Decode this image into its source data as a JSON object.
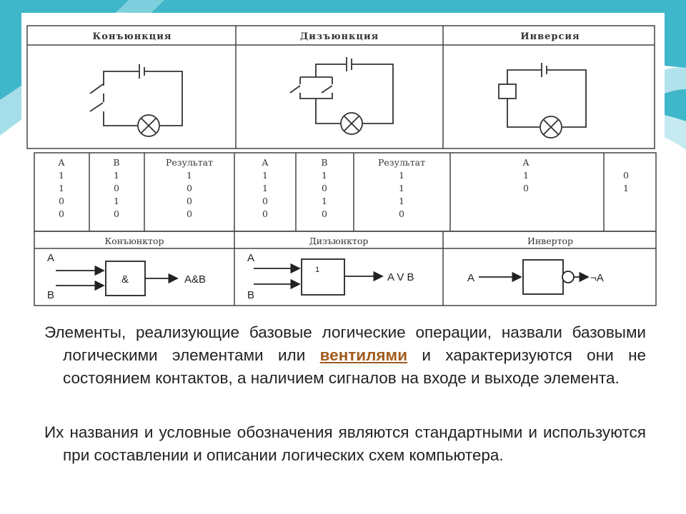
{
  "table": {
    "headers": [
      "Конъюнкция",
      "Дизъюнкция",
      "Инверсия"
    ],
    "conj_truth": {
      "col_a": "А",
      "col_b": "В",
      "col_res": "Результат",
      "a": [
        "1",
        "1",
        "0",
        "0"
      ],
      "b": [
        "1",
        "0",
        "1",
        "0"
      ],
      "res": [
        "1",
        "0",
        "0",
        "0"
      ]
    },
    "disj_truth": {
      "col_a": "А",
      "col_b": "В",
      "col_res": "Результат",
      "a": [
        "1",
        "1",
        "0",
        "0"
      ],
      "b": [
        "1",
        "0",
        "1",
        "0"
      ],
      "res": [
        "1",
        "1",
        "1",
        "0"
      ]
    },
    "inv_truth": {
      "col_a": "А",
      "a": [
        "1",
        "0"
      ],
      "res": [
        "0",
        "1"
      ]
    },
    "gate_names": [
      "Конъюнктор",
      "Дизъюнктор",
      "Инвертор"
    ],
    "gates": {
      "and": {
        "in_a": "A",
        "in_b": "B",
        "symbol": "&",
        "out": "A&B"
      },
      "or": {
        "in_a": "A",
        "in_b": "B",
        "symbol": "1",
        "out": "A V B"
      },
      "not": {
        "in_a": "A",
        "out": "¬A"
      }
    }
  },
  "text": {
    "p1_before": "Элементы, реализующие базовые логические операции, назвали базовыми логическими элементами или ",
    "p1_highlight": "вентилями",
    "p1_after": " и характеризуются они не состоянием контактов, а наличием сигналов на входе и выходе элемента.",
    "p2": "Их названия и условные обозначения являются стандартными и используются при составлении и описании логических схем компьютера."
  },
  "colors": {
    "accent_teal": "#3fb6c9",
    "highlight": "#a05a1c"
  }
}
